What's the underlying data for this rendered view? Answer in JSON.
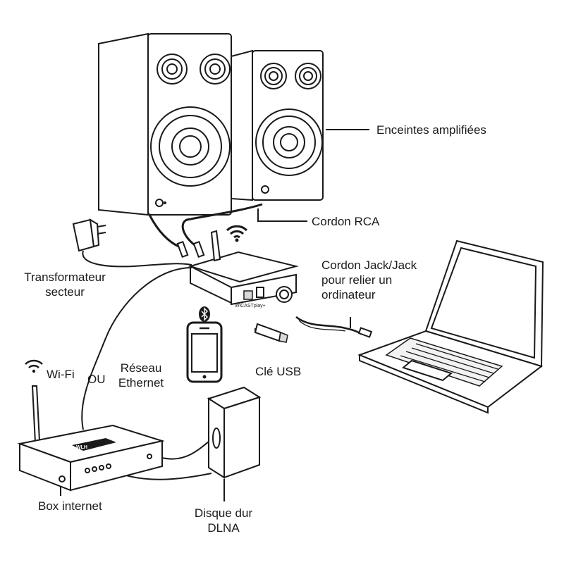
{
  "labels": {
    "speakers": "Enceintes amplifiées",
    "rca": "Cordon RCA",
    "transformer_line1": "Transformateur",
    "transformer_line2": "secteur",
    "jack_line1": "Cordon Jack/Jack",
    "jack_line2": "pour relier un",
    "jack_line3": "ordinateur",
    "wifi": "Wi-Fi",
    "or": "OU",
    "ethernet_line1": "Réseau",
    "ethernet_line2": "Ethernet",
    "usb": "Clé USB",
    "box": "Box internet",
    "disk_line1": "Disque dur",
    "disk_line2": "DLNA"
  },
  "device": {
    "brand": "WiCASTplay+"
  },
  "router": {
    "brand": "WLH"
  },
  "icons": [
    "wifi-icon",
    "bluetooth-icon",
    "smartphone-icon",
    "power-adapter-icon",
    "usb-key-icon",
    "laptop-icon",
    "router-icon",
    "hard-disk-icon",
    "speaker-icon"
  ]
}
